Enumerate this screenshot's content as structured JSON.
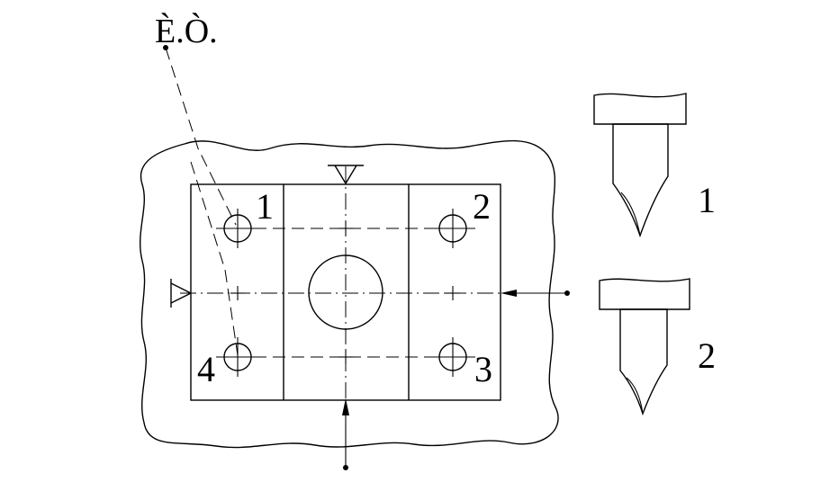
{
  "diagram": {
    "reference_label": "È.Ò.",
    "hole_labels": [
      "1",
      "2",
      "3",
      "4"
    ],
    "tool_labels": [
      "1",
      "2"
    ]
  }
}
